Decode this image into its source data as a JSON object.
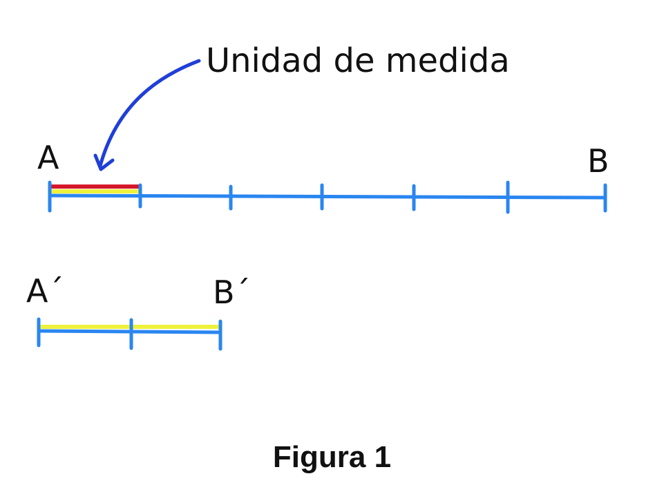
{
  "labels": {
    "unit_label": "Unidad de medida",
    "point_a": "A",
    "point_b": "B",
    "point_a_prime": "A´",
    "point_b_prime": "B´",
    "caption": "Figura 1"
  },
  "segments": {
    "ab_units": 6,
    "apbp_units": 2
  },
  "colors": {
    "line": "#2a86f0",
    "arrow": "#1f3fd8",
    "unit_red": "#d4172a",
    "highlight_yellow": "#eef23c",
    "text": "#111111"
  }
}
